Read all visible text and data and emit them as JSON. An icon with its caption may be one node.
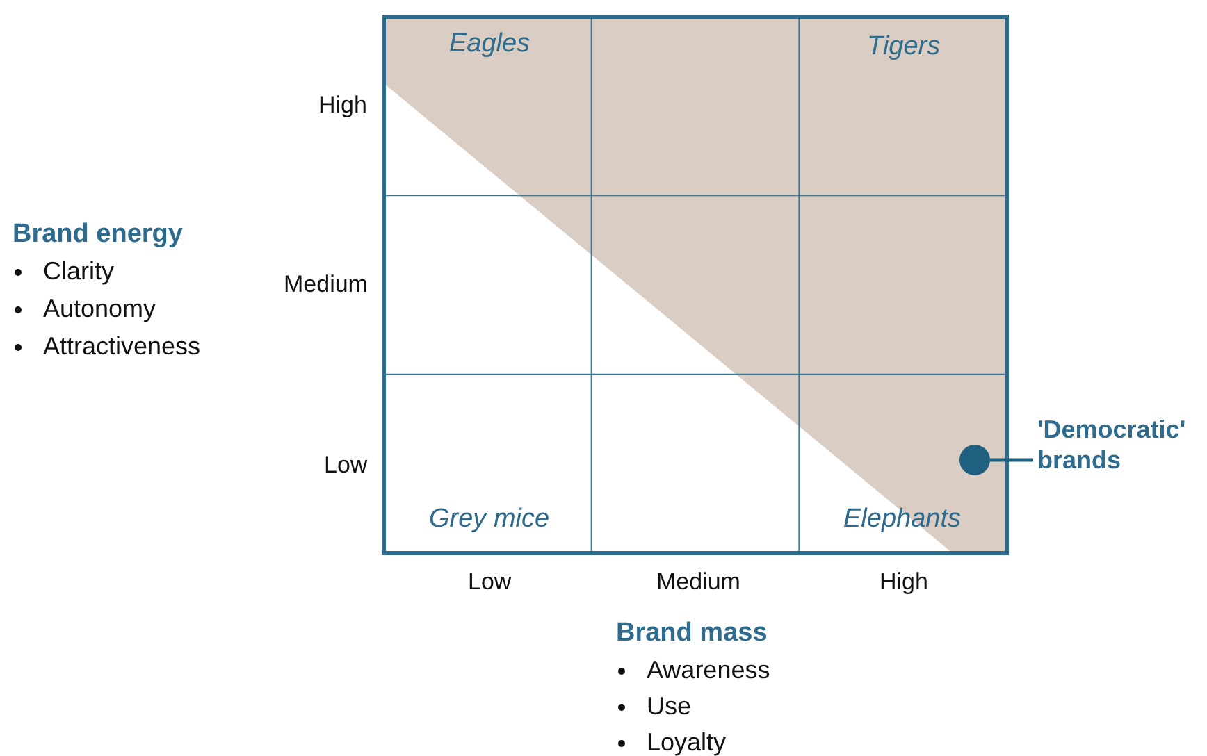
{
  "diagram": {
    "nodes": [
      {
        "text": [
          "'Democratic' brands"
        ]
      },
      {
        "text": [],
        "shape": "circle"
      }
    ],
    "edges": [
      {
        "from": 0,
        "to": 1,
        "arrow": "none"
      }
    ],
    "labels": [
      "Eagles",
      "Tigers",
      "Grey mice",
      "Elephants",
      "High",
      "Medium",
      "Low",
      "Low",
      "Medium",
      "High",
      "Brand energy",
      "Clarity",
      "Autonomy",
      "Attractiveness",
      "Brand mass",
      "Awareness",
      "Use",
      "Loyalty"
    ]
  }
}
